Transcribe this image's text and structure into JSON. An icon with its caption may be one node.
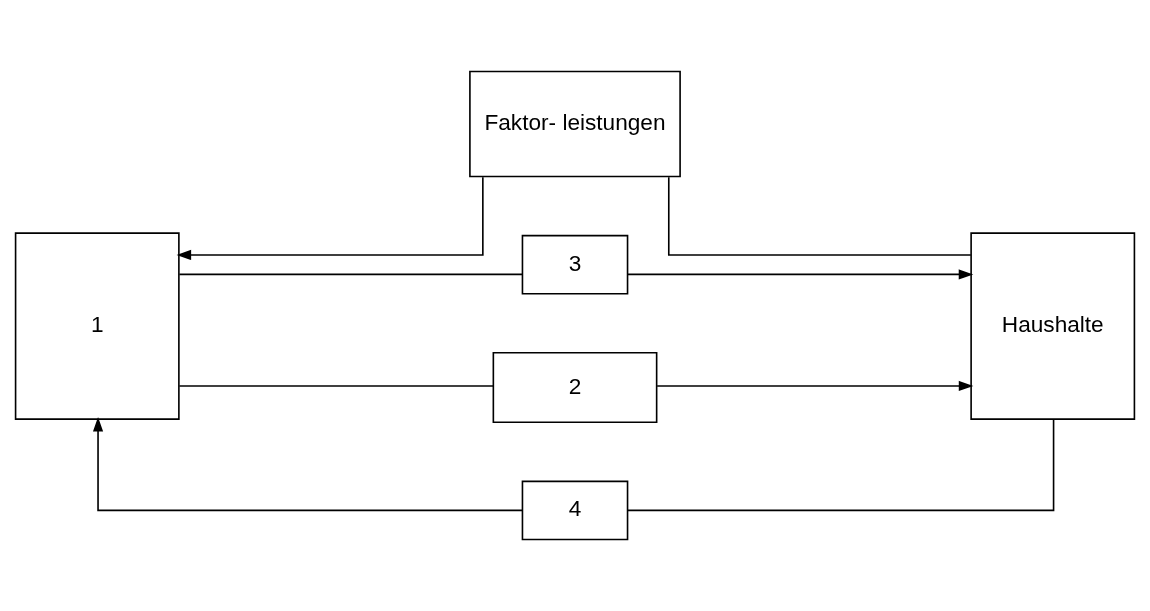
{
  "diagram": {
    "nodes": [
      {
        "text": [
          "Faktor- leistungen"
        ]
      },
      {
        "text": [
          "3"
        ]
      },
      {
        "text": [
          "1"
        ]
      },
      {
        "text": [
          "Haushalte"
        ]
      },
      {
        "text": [
          "4"
        ]
      },
      {
        "text": [
          "2"
        ]
      }
    ],
    "edges": [
      {
        "from": 3,
        "to": 0,
        "arrow": "none"
      },
      {
        "from": 0,
        "to": 2,
        "arrow": "to"
      },
      {
        "from": 2,
        "to": 1,
        "arrow": "none"
      },
      {
        "from": 1,
        "to": 3,
        "arrow": "to"
      },
      {
        "from": 3,
        "to": 4,
        "arrow": "none"
      },
      {
        "from": 4,
        "to": 2,
        "arrow": "to"
      },
      {
        "from": 2,
        "to": 5,
        "arrow": "none"
      },
      {
        "from": 5,
        "to": 3,
        "arrow": "to"
      }
    ]
  }
}
